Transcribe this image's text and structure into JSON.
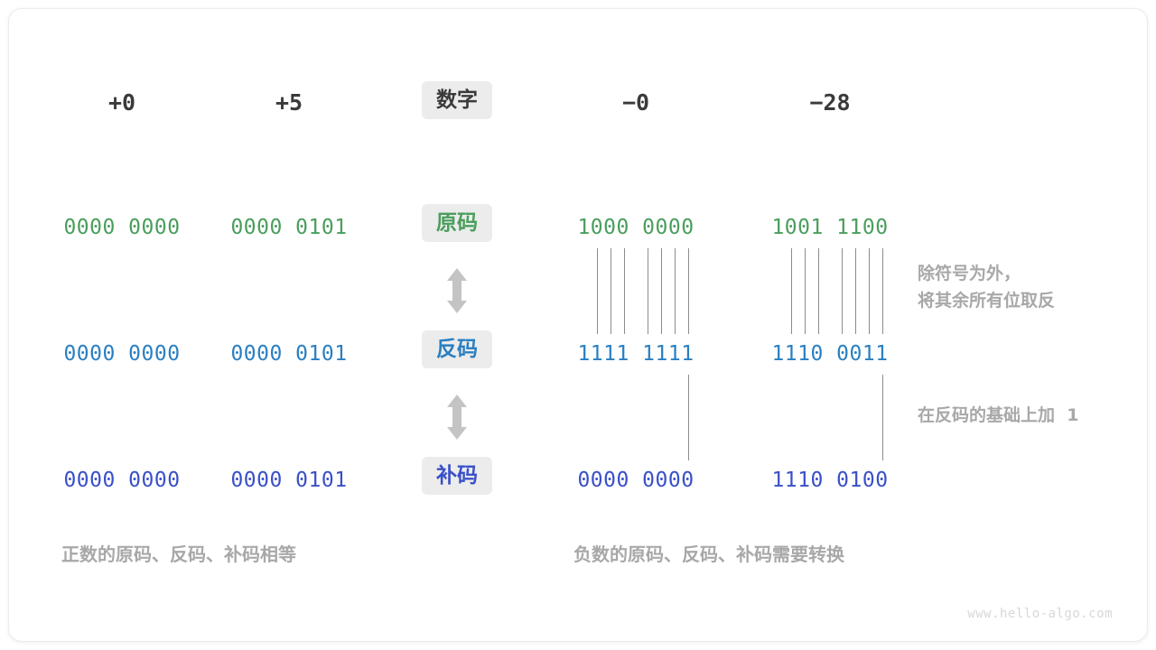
{
  "diagram": {
    "title_row": {
      "label": "数字",
      "columns": [
        "+0",
        "+5",
        "−0",
        "−28"
      ]
    },
    "rows": [
      {
        "label": "原码",
        "color": "#4a9e5c",
        "values": [
          "0000 0000",
          "0000 0101",
          "1000 0000",
          "1001 1100"
        ]
      },
      {
        "label": "反码",
        "color": "#2a7fc1",
        "values": [
          "0000 0000",
          "0000 0101",
          "1111 1111",
          "1110 0011"
        ]
      },
      {
        "label": "补码",
        "color": "#3a50c8",
        "values": [
          "0000 0000",
          "0000 0101",
          "0000 0000",
          "1110 0100"
        ]
      }
    ],
    "annotations": [
      "除符号为外，\n将其余所有位取反",
      "在反码的基础上加  1"
    ],
    "captions": {
      "left": "正数的原码、反码、补码相等",
      "right": "负数的原码、反码、补码需要转换"
    },
    "watermark": "www.hello-algo.com",
    "arrow_icon": "double-headed-vertical-arrow"
  }
}
